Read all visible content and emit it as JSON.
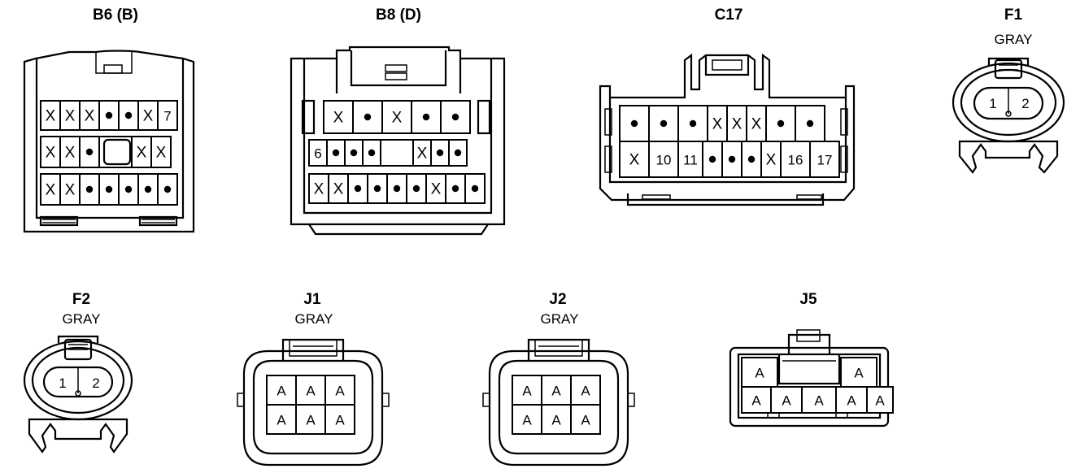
{
  "connectors": [
    {
      "id": "B6",
      "title": "B6 (B)",
      "color": "",
      "rows": [
        [
          "X",
          "X",
          "X",
          "•",
          "•",
          "X",
          "7"
        ],
        [
          "X",
          "X",
          "•",
          "",
          "X",
          "X"
        ],
        [
          "X",
          "X",
          "•",
          "•",
          "•",
          "•",
          "•"
        ]
      ]
    },
    {
      "id": "B8",
      "title": "B8 (D)",
      "color": "",
      "rows": [
        [
          "X",
          "•",
          "X",
          "•",
          "•"
        ],
        [
          "6",
          "•",
          "•",
          "•",
          "",
          "X",
          "•",
          "•"
        ],
        [
          "X",
          "X",
          "•",
          "•",
          "•",
          "•",
          "X",
          "•",
          "•"
        ]
      ]
    },
    {
      "id": "C17",
      "title": "C17",
      "color": "",
      "rows": [
        [
          "•",
          "•",
          "•",
          "X",
          "X",
          "X",
          "•",
          "•"
        ],
        [
          "X",
          "10",
          "11",
          "•",
          "•",
          "•",
          "X",
          "16",
          "17"
        ]
      ]
    },
    {
      "id": "F1",
      "title": "F1",
      "color": "GRAY",
      "pins": [
        "1",
        "2"
      ]
    },
    {
      "id": "F2",
      "title": "F2",
      "color": "GRAY",
      "pins": [
        "1",
        "2"
      ]
    },
    {
      "id": "J1",
      "title": "J1",
      "color": "GRAY",
      "rows": [
        [
          "A",
          "A",
          "A"
        ],
        [
          "A",
          "A",
          "A"
        ]
      ]
    },
    {
      "id": "J2",
      "title": "J2",
      "color": "GRAY",
      "rows": [
        [
          "A",
          "A",
          "A"
        ],
        [
          "A",
          "A",
          "A"
        ]
      ]
    },
    {
      "id": "J5",
      "title": "J5",
      "color": "",
      "rows": [
        [
          "A",
          "A"
        ],
        [
          "A",
          "A",
          "A",
          "A",
          "A"
        ]
      ]
    }
  ]
}
